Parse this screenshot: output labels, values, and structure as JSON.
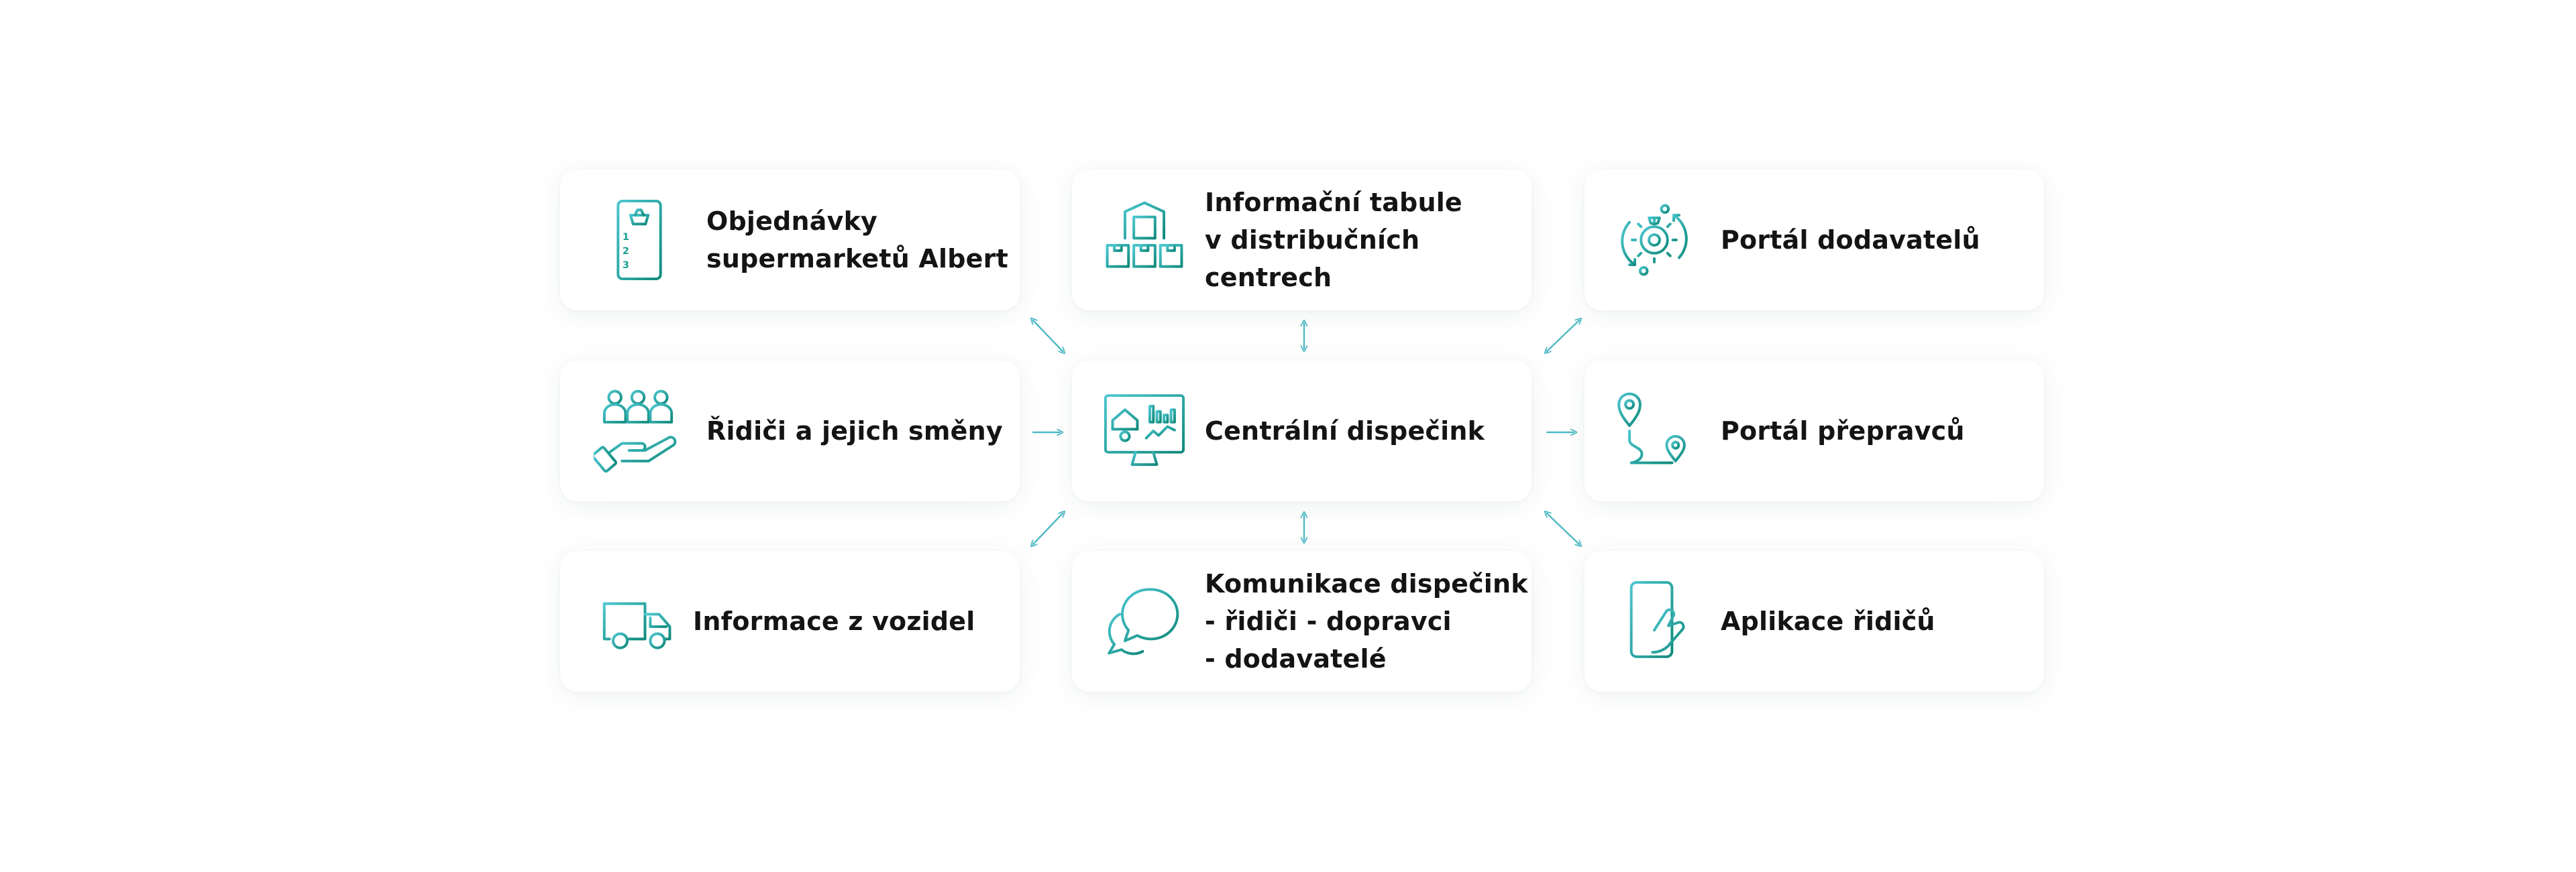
{
  "colors": {
    "accent": "#2fb8b8",
    "accent_dark": "#12877f",
    "text": "#141414",
    "card_bg": "#ffffff"
  },
  "nodes": {
    "orders": {
      "label": "Objednávky\nsupermarketů Albert",
      "icon": "order-list-icon"
    },
    "boards": {
      "label": "Informační tabule\nv distribučních\ncentrech",
      "icon": "warehouse-icon"
    },
    "suppliers_portal": {
      "label": "Portál dodavatelů",
      "icon": "gear-cycle-icon"
    },
    "drivers": {
      "label": "Řidiči a jejich směny",
      "icon": "people-hand-icon"
    },
    "dispatch": {
      "label": "Centrální dispečink",
      "icon": "dashboard-monitor-icon"
    },
    "carriers_portal": {
      "label": "Portál přepravců",
      "icon": "route-pin-icon"
    },
    "vehicles": {
      "label": "Informace z vozidel",
      "icon": "delivery-truck-icon"
    },
    "communication": {
      "label": "Komunikace dispečink\n- řidiči - dopravci\n- dodavatelé",
      "icon": "chat-bubbles-icon"
    },
    "driver_app": {
      "label": "Aplikace řidičů",
      "icon": "phone-tap-icon"
    }
  }
}
